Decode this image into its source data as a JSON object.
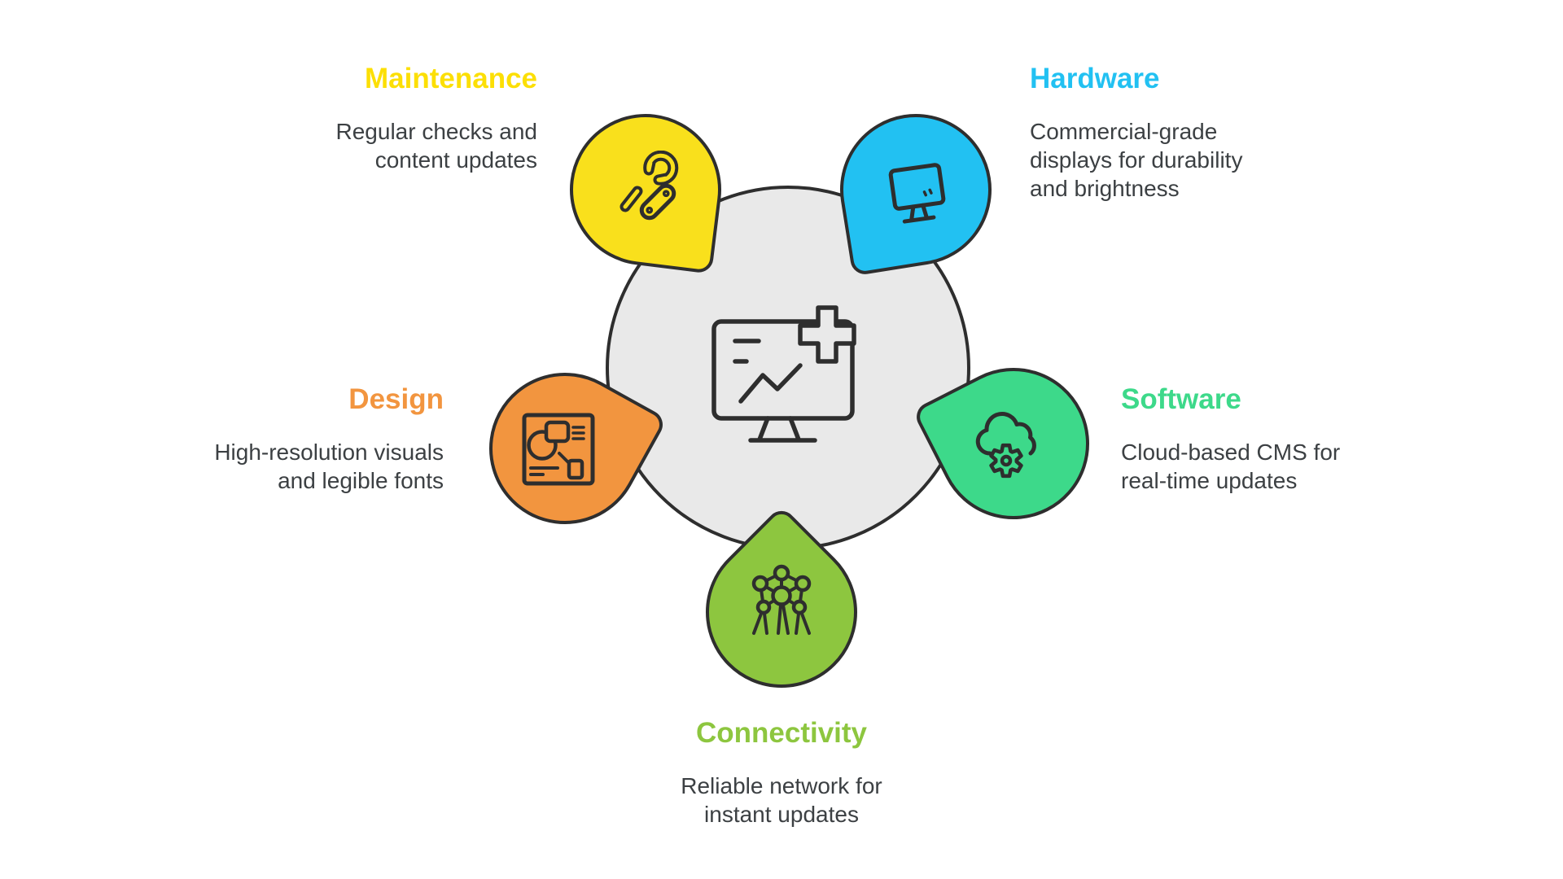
{
  "palette": {
    "background": "#ffffff",
    "outline": "#2e2e2e",
    "center_circle_fill": "#e9e9e9",
    "description_text": "#3c4043"
  },
  "center": {
    "icon": "signage-monitor-plus"
  },
  "nodes": [
    {
      "id": "maintenance",
      "title": "Maintenance",
      "color": "#f9e01c",
      "title_color": "#fcdf05",
      "icon": "wrench-tools",
      "desc_lines": [
        "Regular checks and",
        "content updates"
      ]
    },
    {
      "id": "hardware",
      "title": "Hardware",
      "color": "#22c1f2",
      "title_color": "#22c1f2",
      "icon": "display-monitor",
      "desc_lines": [
        "Commercial-grade",
        "displays for durability",
        "and brightness"
      ]
    },
    {
      "id": "design",
      "title": "Design",
      "color": "#f2953f",
      "title_color": "#f2953f",
      "icon": "layout-mockup",
      "desc_lines": [
        "High-resolution visuals",
        "and legible fonts"
      ]
    },
    {
      "id": "software",
      "title": "Software",
      "color": "#3dd98a",
      "title_color": "#3dd98a",
      "icon": "cloud-gear",
      "desc_lines": [
        "Cloud-based CMS for",
        "real-time updates"
      ]
    },
    {
      "id": "connectivity",
      "title": "Connectivity",
      "color": "#8dc63f",
      "title_color": "#8dc63f",
      "icon": "network-nodes",
      "desc_lines": [
        "Reliable network for",
        "instant updates"
      ]
    }
  ]
}
